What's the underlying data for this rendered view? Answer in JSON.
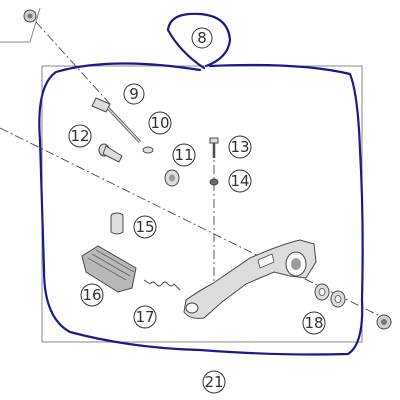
{
  "diagram": {
    "callouts": [
      {
        "id": "c8",
        "label": "8"
      },
      {
        "id": "c9",
        "label": "9"
      },
      {
        "id": "c10",
        "label": "10"
      },
      {
        "id": "c11",
        "label": "11"
      },
      {
        "id": "c12",
        "label": "12"
      },
      {
        "id": "c13",
        "label": "13"
      },
      {
        "id": "c14",
        "label": "14"
      },
      {
        "id": "c15",
        "label": "15"
      },
      {
        "id": "c16",
        "label": "16"
      },
      {
        "id": "c17",
        "label": "17"
      },
      {
        "id": "c18",
        "label": "18"
      },
      {
        "id": "c21",
        "label": "21"
      }
    ],
    "colors": {
      "line": "#4a4a4a",
      "frame": "#8a8a8a",
      "highlight": "#1a1a8c",
      "part_fill": "#dcdcdc",
      "part_dark": "#9a9a9a"
    }
  }
}
